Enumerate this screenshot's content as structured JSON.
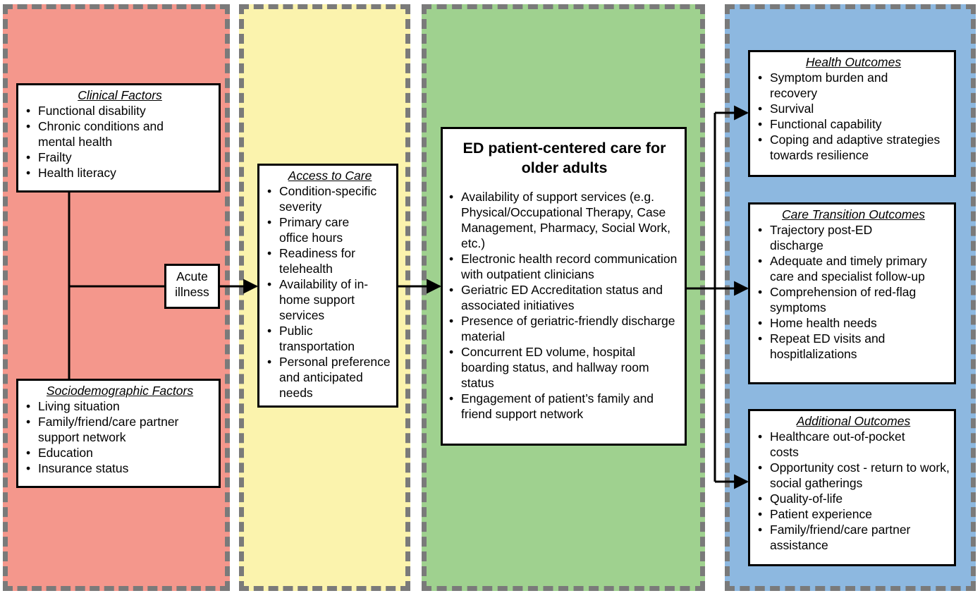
{
  "clinical_factors": {
    "title": "Clinical Factors",
    "items": [
      "Functional disability",
      "Chronic conditions and mental health",
      "Frailty",
      "Health literacy"
    ]
  },
  "sociodemographic_factors": {
    "title": "Sociodemographic Factors",
    "items": [
      "Living situation",
      "Family/friend/care partner support network",
      "Education",
      "Insurance status"
    ]
  },
  "acute_illness": {
    "label": "Acute illness"
  },
  "access_to_care": {
    "title": "Access to Care",
    "items": [
      "Condition-specific severity",
      "Primary care office hours",
      "Readiness for telehealth",
      "Availability of in-home support services",
      "Public transportation",
      "Personal preference and anticipated needs"
    ]
  },
  "ed_care": {
    "title": "ED patient-centered care for older adults",
    "items": [
      "Availability of support services (e.g. Physical/Occupational Therapy, Case Management, Pharmacy, Social Work, etc.)",
      "Electronic health record communication with outpatient clinicians",
      "Geriatric ED Accreditation status and associated initiatives",
      "Presence of geriatric-friendly discharge material",
      "Concurrent ED volume, hospital boarding status, and hallway room status",
      "Engagement of patient’s family and friend support network"
    ]
  },
  "health_outcomes": {
    "title": "Health Outcomes",
    "items": [
      "Symptom burden and recovery",
      "Survival",
      "Functional capability",
      "Coping and adaptive strategies towards resilience"
    ]
  },
  "care_transition_outcomes": {
    "title": "Care Transition Outcomes",
    "items": [
      "Trajectory post-ED discharge",
      "Adequate and timely primary care and specialist follow-up",
      "Comprehension of red-flag symptoms",
      "Home health needs",
      "Repeat ED visits and hospitlalizations"
    ]
  },
  "additional_outcomes": {
    "title": "Additional Outcomes",
    "items": [
      "Healthcare out-of-pocket costs",
      "Opportunity cost - return to work, social gatherings",
      "Quality-of-life",
      "Patient experience",
      "Family/friend/care partner assistance"
    ]
  },
  "colors": {
    "red_panel": "#f4978c",
    "yellow_panel": "#fbf3ad",
    "green_panel": "#9fd18f",
    "blue_panel": "#8db8e0",
    "panel_border": "#7a7a7a"
  }
}
